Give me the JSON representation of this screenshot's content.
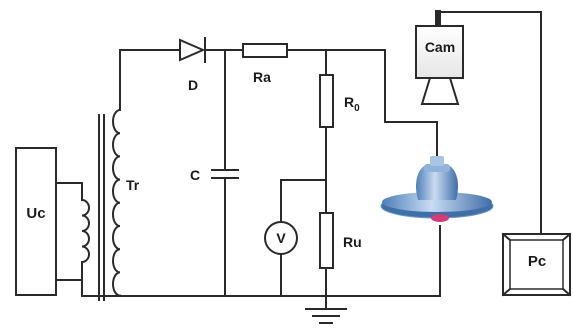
{
  "diagram": {
    "labels": {
      "uc": "Uc",
      "tr": "Tr",
      "d": "D",
      "ra": "Ra",
      "r0": "R",
      "r0_sub": "0",
      "c": "C",
      "v": "V",
      "ru": "Ru",
      "cam": "Cam",
      "pc": "Pc"
    },
    "colors": {
      "line": "#2a2a2a",
      "insulator": "#6f9ccf",
      "discharge": "#d23a78"
    }
  }
}
